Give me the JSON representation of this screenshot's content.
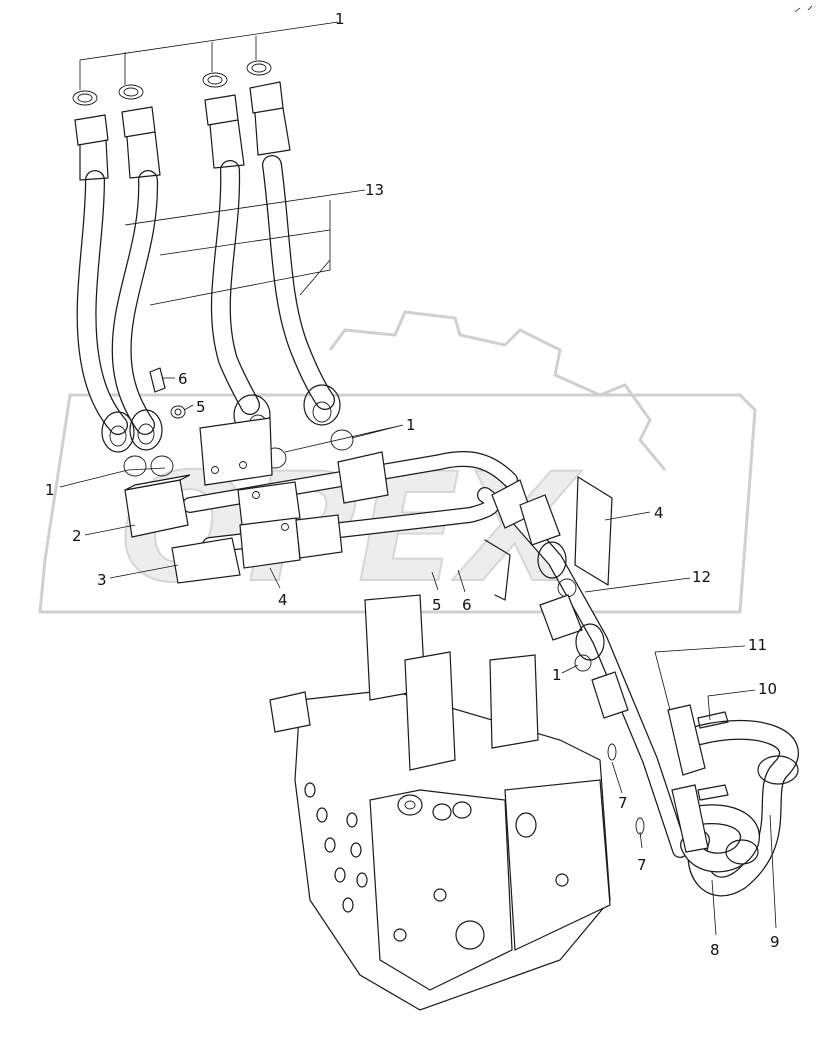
{
  "watermark": {
    "text": "OPEX"
  },
  "callouts": [
    {
      "id": "c1_top",
      "label": "1"
    },
    {
      "id": "c13",
      "label": "13"
    },
    {
      "id": "c6_top",
      "label": "6"
    },
    {
      "id": "c5_top",
      "label": "5"
    },
    {
      "id": "c1_right",
      "label": "1"
    },
    {
      "id": "c1_left",
      "label": "1"
    },
    {
      "id": "c2",
      "label": "2"
    },
    {
      "id": "c3",
      "label": "3"
    },
    {
      "id": "c4_mid",
      "label": "4"
    },
    {
      "id": "c4_right",
      "label": "4"
    },
    {
      "id": "c5_mid",
      "label": "5"
    },
    {
      "id": "c6_mid",
      "label": "6"
    },
    {
      "id": "c12",
      "label": "12"
    },
    {
      "id": "c1_low",
      "label": "1"
    },
    {
      "id": "c11",
      "label": "11"
    },
    {
      "id": "c10",
      "label": "10"
    },
    {
      "id": "c7_a",
      "label": "7"
    },
    {
      "id": "c7_b",
      "label": "7"
    },
    {
      "id": "c8",
      "label": "8"
    },
    {
      "id": "c9",
      "label": "9"
    }
  ]
}
